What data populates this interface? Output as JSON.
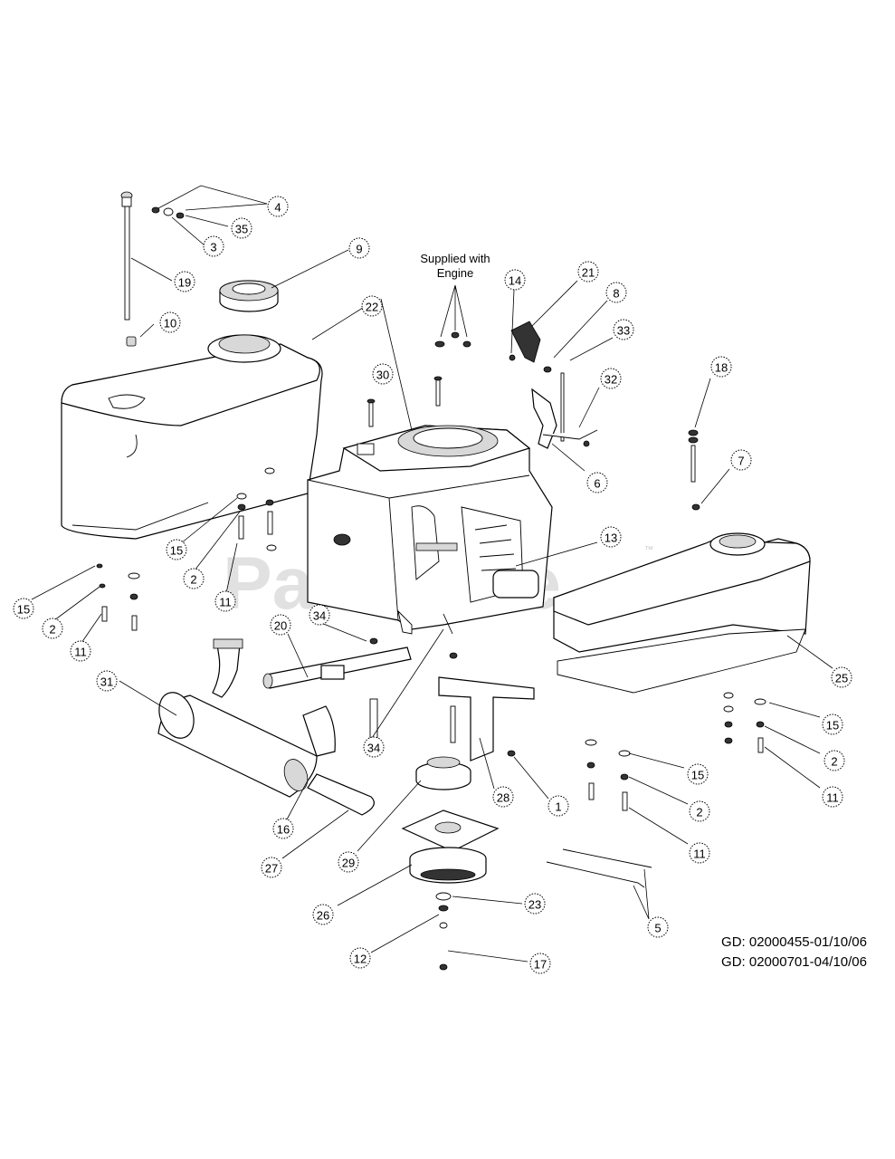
{
  "watermark": {
    "brand": "PartsTree",
    "tm": "™"
  },
  "note_supplied": {
    "line1": "Supplied with",
    "line2": "Engine"
  },
  "references": [
    "GD: 02000455-01/10/06",
    "GD: 02000701-04/10/06"
  ],
  "callouts": [
    {
      "id": "c4",
      "label": "4"
    },
    {
      "id": "c35",
      "label": "35"
    },
    {
      "id": "c3",
      "label": "3"
    },
    {
      "id": "c19",
      "label": "19"
    },
    {
      "id": "c9",
      "label": "9"
    },
    {
      "id": "c10",
      "label": "10"
    },
    {
      "id": "c22",
      "label": "22"
    },
    {
      "id": "c14",
      "label": "14"
    },
    {
      "id": "c21",
      "label": "21"
    },
    {
      "id": "c8",
      "label": "8"
    },
    {
      "id": "c33",
      "label": "33"
    },
    {
      "id": "c32",
      "label": "32"
    },
    {
      "id": "c30",
      "label": "30"
    },
    {
      "id": "c18",
      "label": "18"
    },
    {
      "id": "c7",
      "label": "7"
    },
    {
      "id": "c6",
      "label": "6"
    },
    {
      "id": "c13",
      "label": "13"
    },
    {
      "id": "c15a",
      "label": "15"
    },
    {
      "id": "c2a",
      "label": "2"
    },
    {
      "id": "c11a",
      "label": "11"
    },
    {
      "id": "c15b",
      "label": "15"
    },
    {
      "id": "c2b",
      "label": "2"
    },
    {
      "id": "c11b",
      "label": "11"
    },
    {
      "id": "c20",
      "label": "20"
    },
    {
      "id": "c34a",
      "label": "34"
    },
    {
      "id": "c31",
      "label": "31"
    },
    {
      "id": "c25",
      "label": "25"
    },
    {
      "id": "c15c",
      "label": "15"
    },
    {
      "id": "c2c",
      "label": "2"
    },
    {
      "id": "c11c",
      "label": "11"
    },
    {
      "id": "c34b",
      "label": "34"
    },
    {
      "id": "c28",
      "label": "28"
    },
    {
      "id": "c1",
      "label": "1"
    },
    {
      "id": "c15d",
      "label": "15"
    },
    {
      "id": "c2d",
      "label": "2"
    },
    {
      "id": "c11d",
      "label": "11"
    },
    {
      "id": "c16",
      "label": "16"
    },
    {
      "id": "c27",
      "label": "27"
    },
    {
      "id": "c29",
      "label": "29"
    },
    {
      "id": "c26",
      "label": "26"
    },
    {
      "id": "c23",
      "label": "23"
    },
    {
      "id": "c5",
      "label": "5"
    },
    {
      "id": "c12",
      "label": "12"
    },
    {
      "id": "c17",
      "label": "17"
    }
  ]
}
